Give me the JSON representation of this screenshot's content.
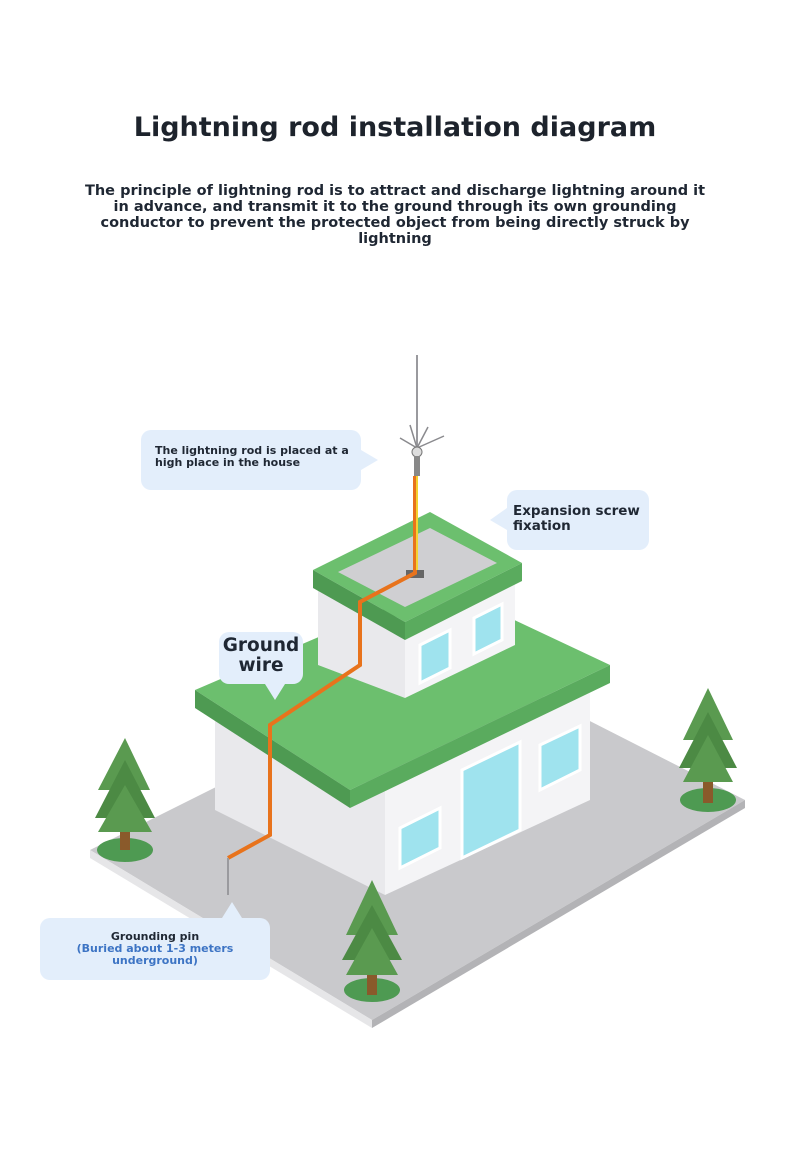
{
  "header": {
    "title": "Lightning rod installation diagram",
    "subtitle": "The principle of lightning rod is to attract and discharge lightning around it in advance, and transmit it to the ground through its own grounding conductor to prevent the protected object from being directly struck by lightning"
  },
  "callouts": {
    "rod": "The lightning rod is placed at a high place in the house",
    "screw": "Expansion screw fixation",
    "wire": "Ground wire",
    "pin_title": "Grounding pin",
    "pin_note": "(Buried about 1-3 meters underground)"
  },
  "colors": {
    "roof_green": "#6cbf6e",
    "wire_orange": "#e8731c",
    "bubble": "#e3eefb",
    "note_blue": "#3d74c4"
  }
}
